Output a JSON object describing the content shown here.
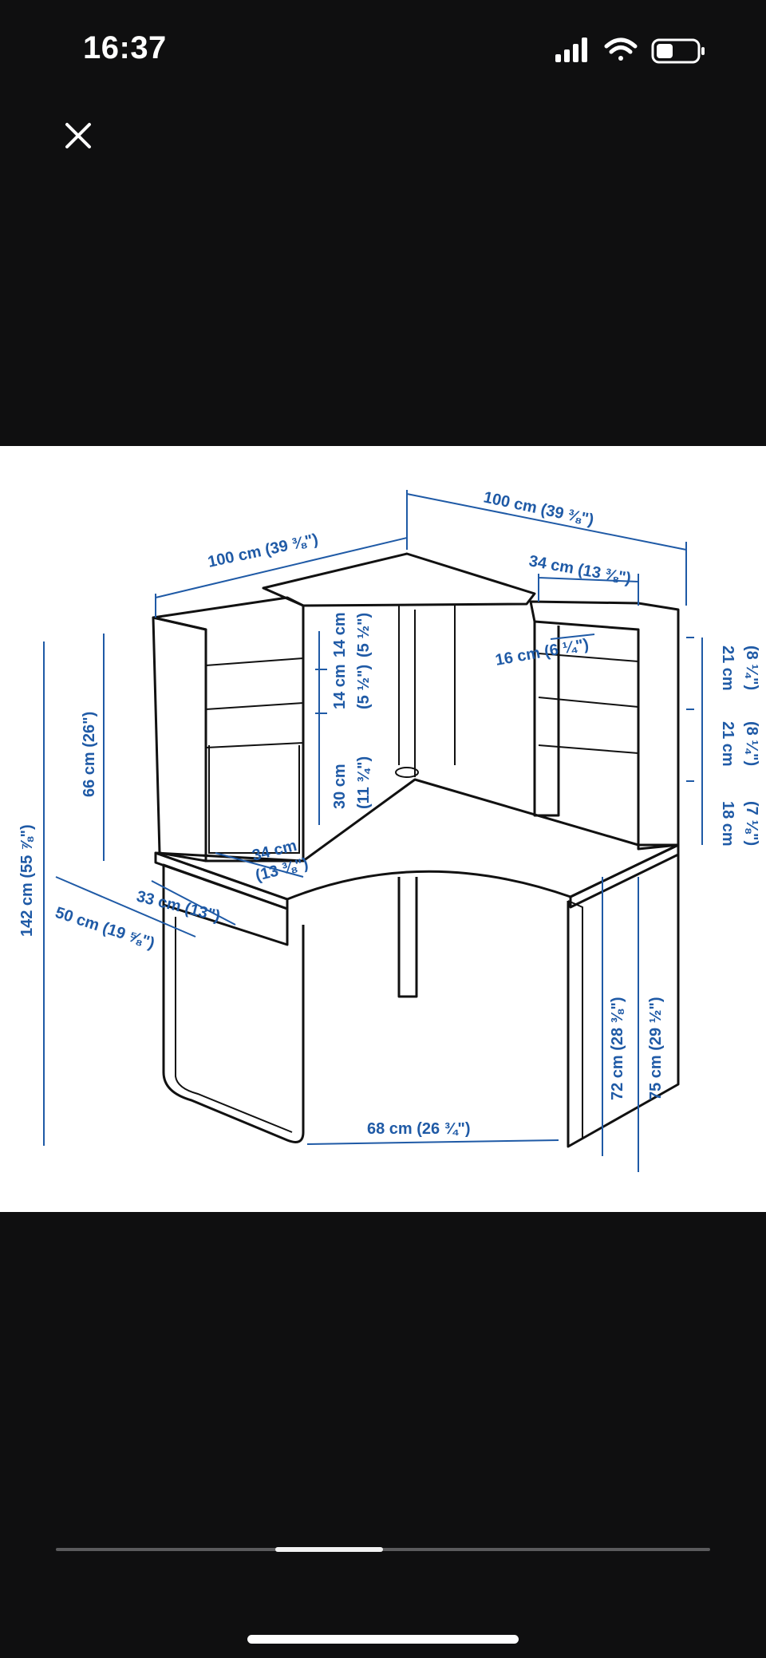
{
  "status_bar": {
    "time": "16:37"
  },
  "viewer": {
    "close_label": "×"
  },
  "image": {
    "labels": {
      "top_right_width": "100 cm (39 ⅜\")",
      "top_left_width": "100 cm (39 ⅜\")",
      "right_shelf_width": "34 cm (13 ⅜\")",
      "right_shelf_depth": "16 cm (6 ¼\")",
      "right_shelf_1_h_cm": "21 cm",
      "right_shelf_1_h_in": "(8 ¼\")",
      "right_shelf_2_h_cm": "21 cm",
      "right_shelf_2_h_in": "(8 ¼\")",
      "right_shelf_3_h_cm": "18 cm",
      "right_shelf_3_h_in": "(7 ⅛\")",
      "left_shelf_1_h": "14 cm",
      "left_shelf_1_h_in": "(5 ½\")",
      "left_shelf_2_h": "14 cm",
      "left_shelf_2_h_in": "(5 ½\")",
      "left_shelf_3_h": "30 cm",
      "left_shelf_3_h_in": "(11 ¾\")",
      "hutch_height": "66 cm (26\")",
      "total_height": "142 cm (55 ⅞\")",
      "left_shelf_width_cm": "34 cm",
      "left_shelf_width_in": "(13 ⅜\")",
      "desk_depth_inner": "33 cm (13\")",
      "desk_depth_outer": "50 cm (19 ⅝\")",
      "leg_gap": "68 cm (26 ¾\")",
      "knee_height": "72 cm (28 ⅜\")",
      "desk_height": "75 cm (29 ½\")"
    }
  }
}
